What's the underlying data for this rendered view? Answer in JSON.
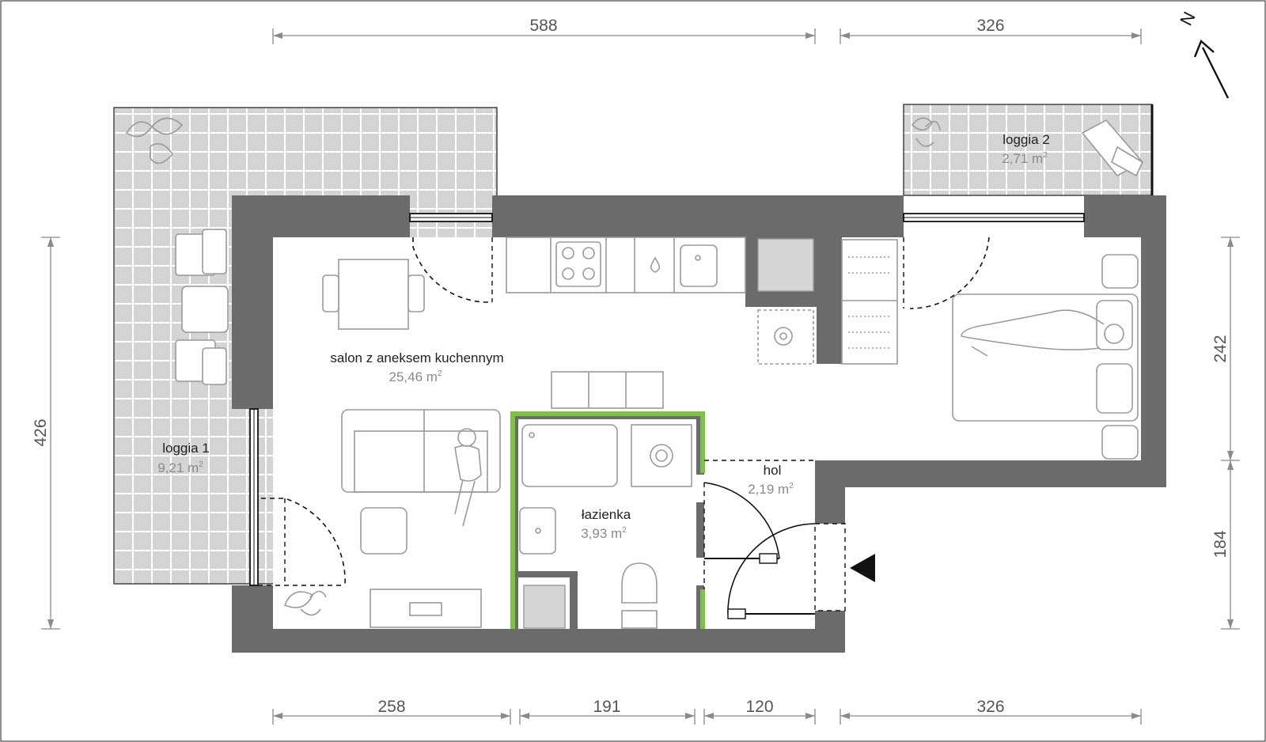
{
  "dimensions": {
    "top_left": "588",
    "top_right": "326",
    "bottom_1": "258",
    "bottom_2": "191",
    "bottom_3": "120",
    "bottom_4": "326",
    "left": "426",
    "right_upper": "242",
    "right_lower": "184"
  },
  "rooms": {
    "loggia1": {
      "name": "loggia 1",
      "area": "9,21 m",
      "unit_sup": "2"
    },
    "loggia2": {
      "name": "loggia 2",
      "area": "2,71 m",
      "unit_sup": "2"
    },
    "salon": {
      "name": "salon z aneksem kuchennym",
      "area": "25,46 m",
      "unit_sup": "2"
    },
    "lazienka": {
      "name": "łazienka",
      "area": "3,93 m",
      "unit_sup": "2"
    },
    "hol": {
      "name": "hol",
      "area": "2,19 m",
      "unit_sup": "2"
    }
  },
  "compass": {
    "label": "N",
    "icon": "north-arrow-icon"
  },
  "entrance": {
    "icon": "entrance-triangle-icon"
  },
  "colors": {
    "wall": "#6b6b6b",
    "loggia_tile": "#d4d4d4",
    "bathroom_wall_accent": "#7dc242",
    "furniture_stroke": "#9a9a9a"
  }
}
